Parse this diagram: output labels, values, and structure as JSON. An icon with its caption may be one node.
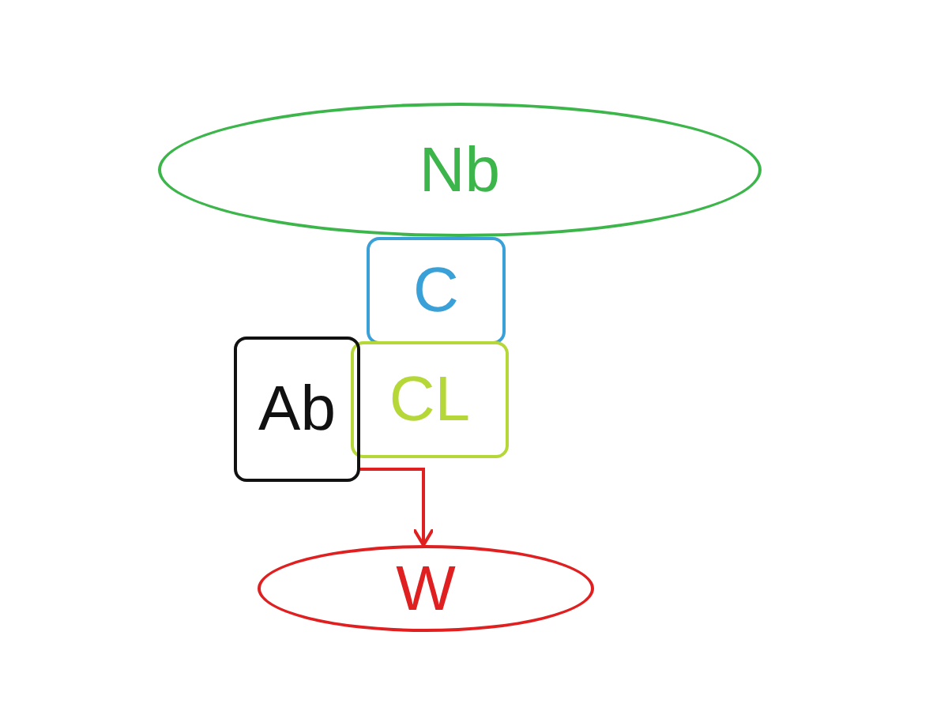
{
  "diagram": {
    "nodes": [
      {
        "text": [
          "Nb"
        ]
      },
      {
        "text": [
          "C"
        ]
      },
      {
        "text": [
          "CL"
        ]
      },
      {
        "text": [
          "Ab"
        ]
      },
      {
        "text": [
          "W"
        ]
      }
    ],
    "edges": [
      {
        "from": 3,
        "to": 4,
        "arrow": "to",
        "color": "#e02020"
      }
    ]
  }
}
